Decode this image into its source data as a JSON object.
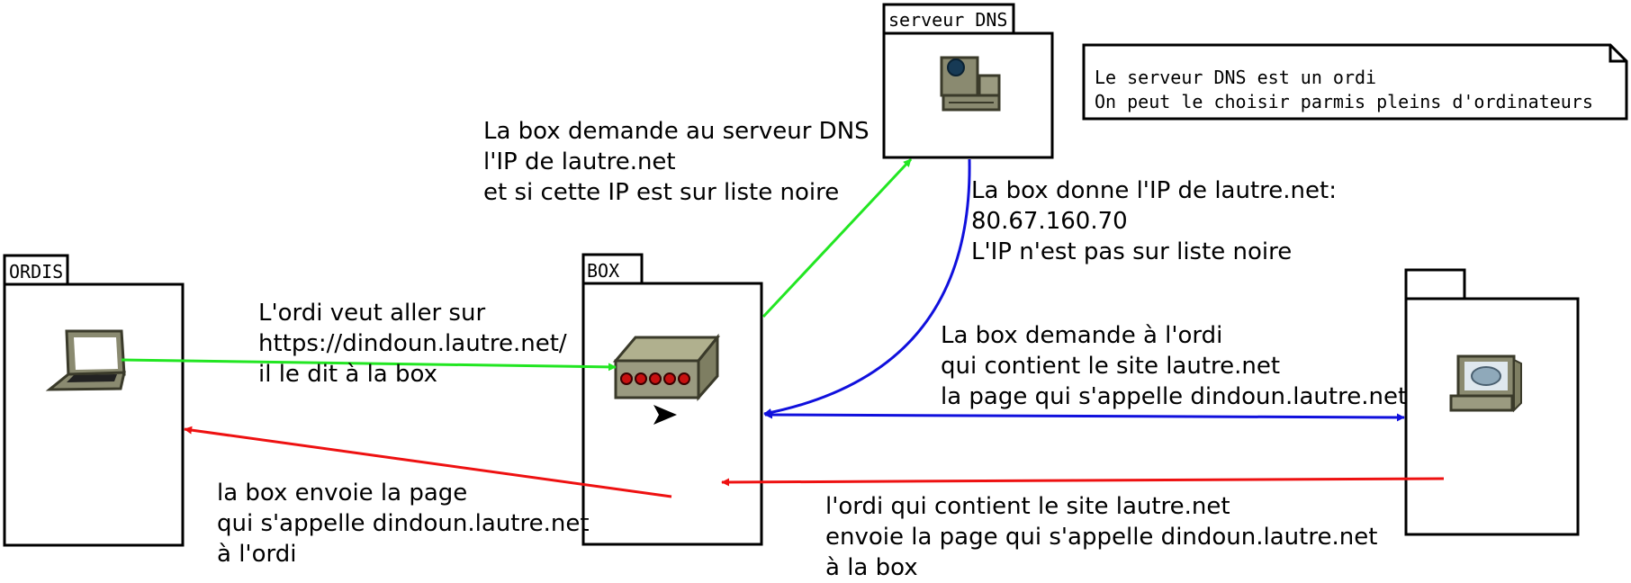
{
  "packages": {
    "ordis": {
      "label": "ORDIS"
    },
    "box": {
      "label": "BOX"
    },
    "dns": {
      "label": "serveur DNS"
    },
    "server": {
      "label": ""
    }
  },
  "note": {
    "lines": [
      "Le serveur DNS est un ordi",
      "On peut le choisir parmis pleins d'ordinateurs"
    ]
  },
  "messages": {
    "ordi_to_box": [
      "L'ordi veut aller sur",
      "https://dindoun.lautre.net/",
      "il le dit à la box"
    ],
    "box_to_dns": [
      "La box demande au serveur DNS",
      "l'IP de lautre.net",
      "et si cette IP est sur liste noire"
    ],
    "dns_to_box": [
      "La box donne l'IP de lautre.net:",
      "80.67.160.70",
      "L'IP n'est pas sur liste noire"
    ],
    "box_to_server": [
      "La box demande à l'ordi",
      "qui contient le site lautre.net",
      "la page qui s'appelle dindoun.lautre.net"
    ],
    "server_to_box": [
      "l'ordi qui contient le site lautre.net",
      "envoie la page qui s'appelle dindoun.lautre.net",
      "à la box"
    ],
    "box_to_ordi": [
      "la box envoie la page",
      "qui s'appelle dindoun.lautre.net",
      "à l'ordi"
    ]
  },
  "colors": {
    "request": "#22e622",
    "dns_reply": "#1010dd",
    "response": "#ee1111",
    "device_body": "#8a8a70",
    "device_dark": "#3a3a2a"
  },
  "icons": {
    "ordis": "laptop-icon",
    "box": "router-icon",
    "dns": "server-computer-icon",
    "server": "web-server-icon"
  }
}
